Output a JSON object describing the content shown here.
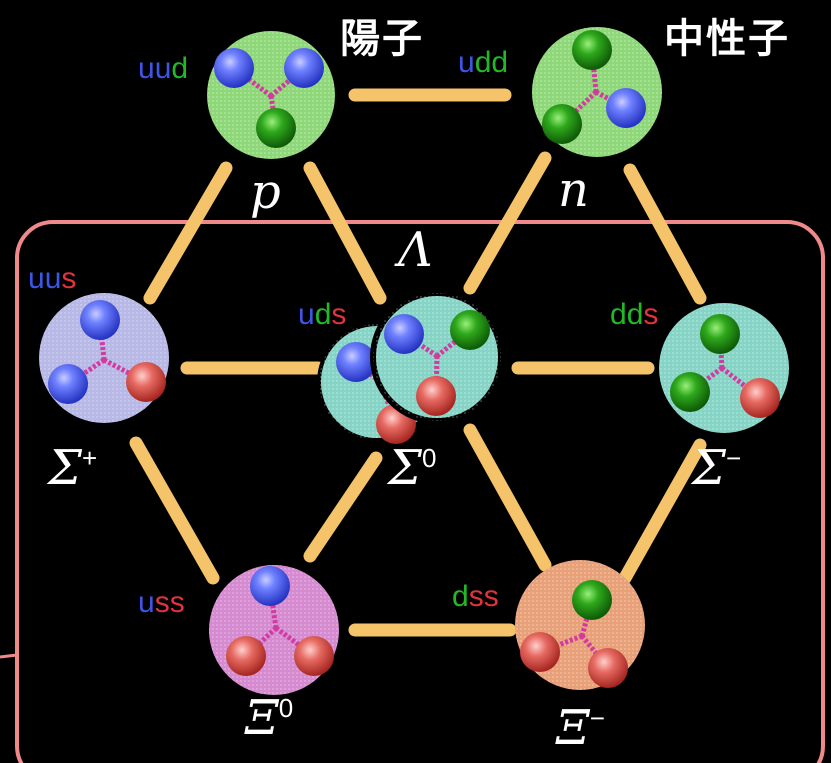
{
  "titles": {
    "proton": "陽子",
    "neutron": "中性子"
  },
  "quark_colors": {
    "u": "#3d55e8",
    "d": "#22b826",
    "s": "#e0333d"
  },
  "particles": [
    {
      "id": "p",
      "symbol": "p",
      "charge": "",
      "quarks": "uud"
    },
    {
      "id": "n",
      "symbol": "n",
      "charge": "",
      "quarks": "udd"
    },
    {
      "id": "sigma_plus",
      "symbol": "Σ",
      "charge": "+",
      "quarks": "uus"
    },
    {
      "id": "lambda",
      "symbol": "Λ",
      "charge": "",
      "quarks": "uds"
    },
    {
      "id": "sigma_zero",
      "symbol": "Σ",
      "charge": "0",
      "quarks": "uds"
    },
    {
      "id": "sigma_minus",
      "symbol": "Σ",
      "charge": "−",
      "quarks": "dds"
    },
    {
      "id": "xi_zero",
      "symbol": "Ξ",
      "charge": "0",
      "quarks": "uss"
    },
    {
      "id": "xi_minus",
      "symbol": "Ξ",
      "charge": "−",
      "quarks": "dss"
    }
  ],
  "colors": {
    "link": "#f5c46a",
    "frame": "#f08a8a",
    "ball_u": "#4a5cf0",
    "ball_d": "#1f9a12",
    "ball_s": "#e0605a",
    "gluon": "#d23aa0",
    "bg_p": "#8fd87a",
    "bg_n": "#8fd87a",
    "bg_sigma_plus": "#b8b8e6",
    "bg_sigma": "#86d4c6",
    "bg_xi0": "#d68ad0",
    "bg_xim": "#e7a078"
  }
}
